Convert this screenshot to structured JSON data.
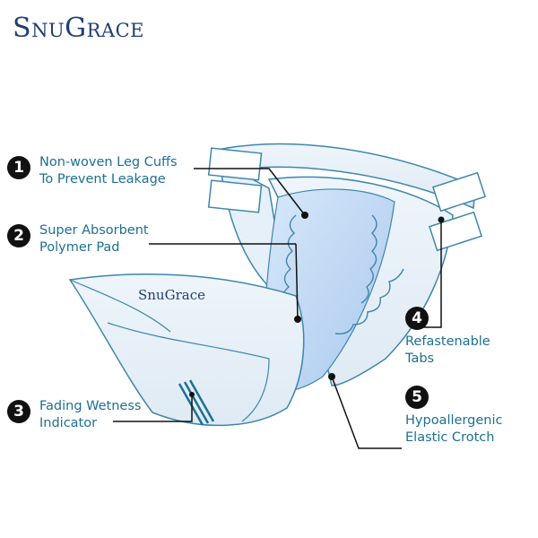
{
  "brand": {
    "name_part1_big": "S",
    "name_part1_small": "NU",
    "name_part2_big": "G",
    "name_part2_small": "RACE",
    "diaper_print": "SnuGrace"
  },
  "callouts": [
    {
      "number": "1",
      "text": "Non-woven Leg Cuffs\nTo Prevent Leakage"
    },
    {
      "number": "2",
      "text": "Super Absorbent\nPolymer Pad"
    },
    {
      "number": "3",
      "text": "Fading Wetness\nIndicator"
    },
    {
      "number": "4",
      "text": "Refastenable\nTabs"
    },
    {
      "number": "5",
      "text": "Hypoallergenic\nElastic Crotch"
    }
  ],
  "colors": {
    "brand": "#1f3f74",
    "label": "#1d6f93",
    "outline": "#3e86ad",
    "pad": "#bcd6f4"
  }
}
